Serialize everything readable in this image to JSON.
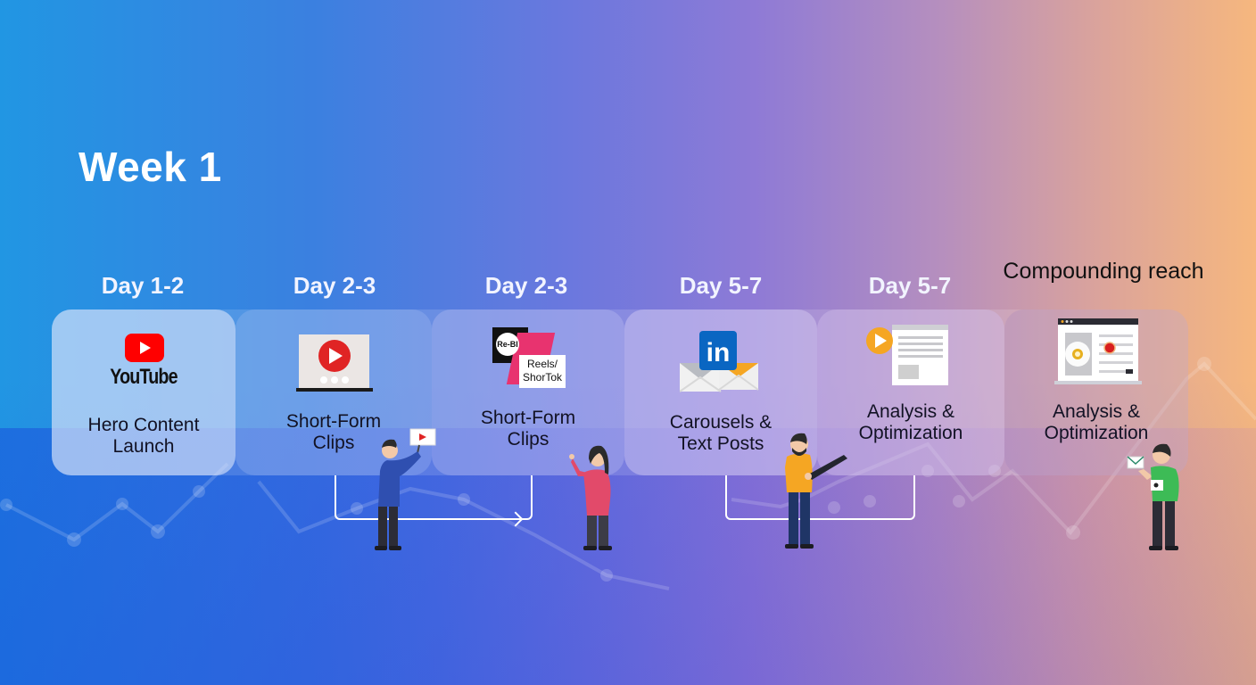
{
  "header": {
    "title": "Week 1"
  },
  "timeline": {
    "steps": [
      {
        "day": "Day 1-2",
        "icon": "youtube-icon",
        "icon_text": "YouTube",
        "label_line1": "Hero Content",
        "label_line2": "Launch"
      },
      {
        "day": "Day 2-3",
        "icon": "video-player-icon",
        "label_line1": "Short-Form",
        "label_line2": "Clips"
      },
      {
        "day": "Day 2-3",
        "icon": "reels-shorts-icon",
        "icon_badge": "Re-Bl",
        "icon_text_line1": "Reels/",
        "icon_text_line2": "ShorTok",
        "label_line1": "Short-Form",
        "label_line2": "Clips"
      },
      {
        "day": "Day 5-7",
        "icon": "linkedin-email-icon",
        "icon_text": "in",
        "label_line1": "Carousels &",
        "label_line2": "Text Posts"
      },
      {
        "day": "Day 5-7",
        "icon": "article-video-icon",
        "label_line1": "Analysis &",
        "label_line2": "Optimization"
      },
      {
        "day": "Compounding reach",
        "icon": "analytics-dashboard-icon",
        "label_line1": "Analysis &",
        "label_line2": "Optimization"
      }
    ]
  },
  "colors": {
    "gradient_left": "#2196e3",
    "gradient_mid": "#8e7ad6",
    "gradient_right": "#f6b77e",
    "youtube_red": "#ff0000",
    "linkedin_blue": "#0a66c2",
    "accent_orange": "#f5a623",
    "reels_pink": "#e8336f"
  }
}
